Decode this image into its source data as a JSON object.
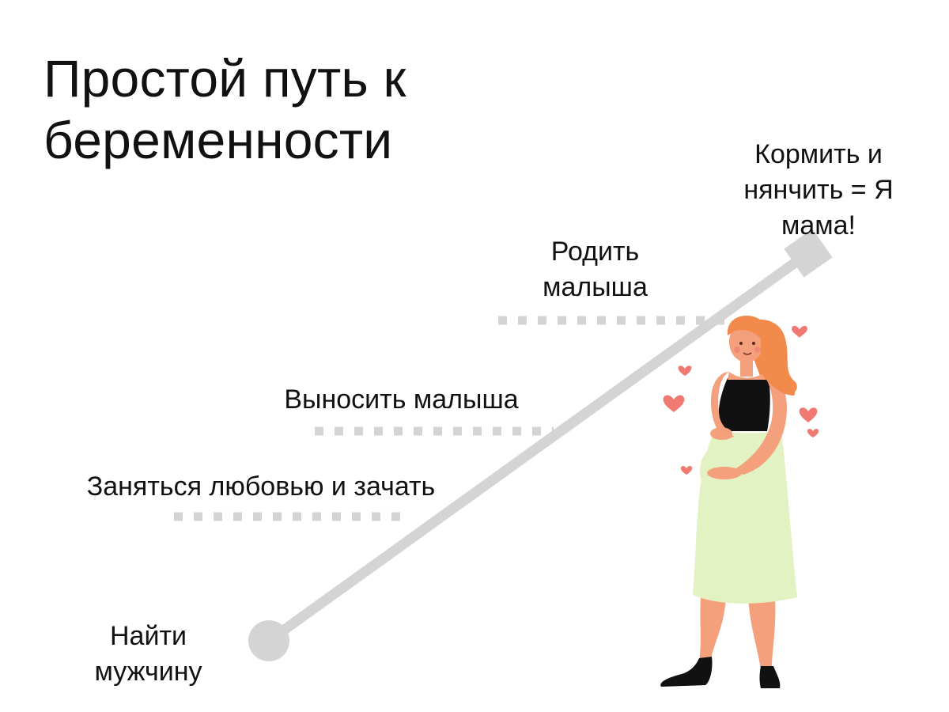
{
  "title": "Простой путь к беременности",
  "steps": {
    "find": "Найти мужчину",
    "love": "Заняться любовью и зачать",
    "carry": "Выносить малыша",
    "birth": "Родить малыша",
    "feed": "Кормить и нянчить = Я мама!"
  },
  "colors": {
    "path": "#d4d4d4",
    "text": "#111111",
    "hair": "#f28a4c",
    "skin": "#f5a07c",
    "skirt": "#e2f2c2",
    "top": "#111111",
    "heart": "#f07a72"
  },
  "icons": [
    "heart-icon",
    "pregnant-woman-illustration"
  ]
}
